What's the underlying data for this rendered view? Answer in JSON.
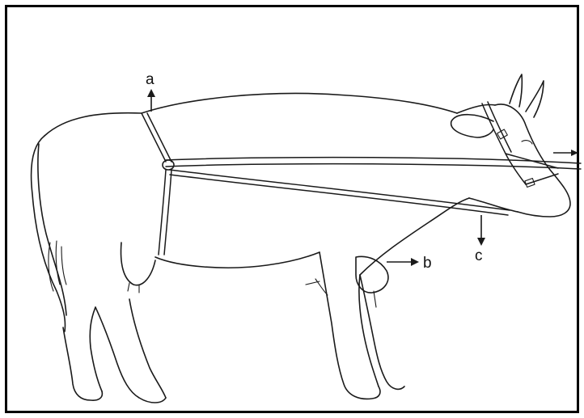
{
  "labels": {
    "a": "a",
    "b": "b",
    "c": "c"
  },
  "colors": {
    "ink": "#1a1a1a",
    "frame": "#000000",
    "background": "#ffffff"
  }
}
